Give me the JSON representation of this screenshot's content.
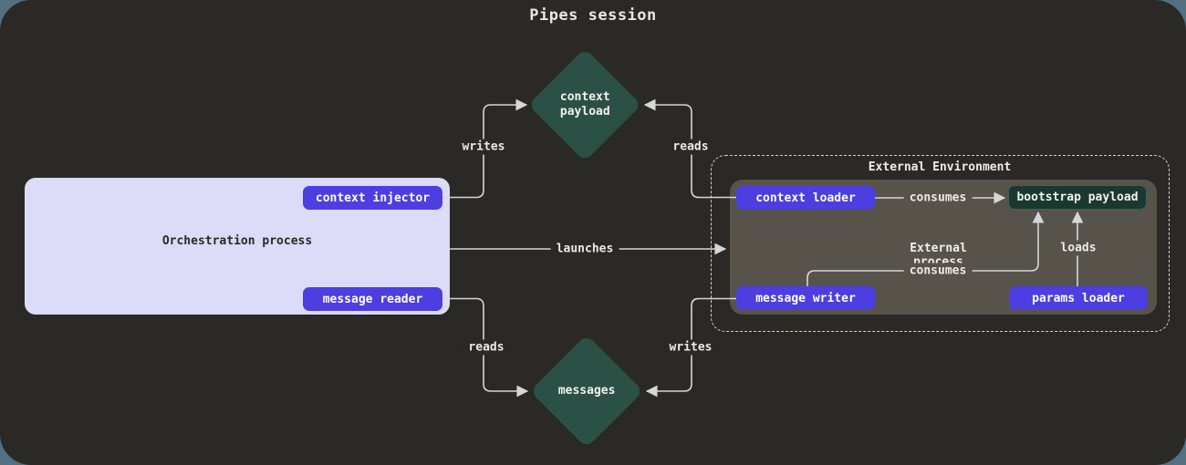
{
  "title": "Pipes session",
  "colors": {
    "page_background": "#527080",
    "canvas_background": "#2b2926",
    "orchestration_fill": "#dcdbf8",
    "button_fill": "#4c3ee0",
    "external_process_fill": "#57534b",
    "diamond_fill": "#2b5046",
    "payload_fill": "#1a382f",
    "payload_border": "#436055",
    "wire_color": "#d6d6d6"
  },
  "nodes": {
    "context_payload": {
      "label": "context payload"
    },
    "messages": {
      "label": "messages"
    },
    "orchestration": {
      "label": "Orchestration process",
      "buttons": [
        "context injector",
        "message reader"
      ]
    },
    "external_env": {
      "label": "External Environment",
      "process_label": "External process",
      "buttons": [
        "context loader",
        "message writer",
        "params loader"
      ],
      "payload": "bootstrap payload"
    }
  },
  "edges": [
    {
      "id": "writes-top",
      "label": "writes"
    },
    {
      "id": "reads-top",
      "label": "reads"
    },
    {
      "id": "launches",
      "label": "launches"
    },
    {
      "id": "consumes-top",
      "label": "consumes"
    },
    {
      "id": "consumes-bottom",
      "label": "consumes"
    },
    {
      "id": "loads",
      "label": "loads"
    },
    {
      "id": "reads-bottom",
      "label": "reads"
    },
    {
      "id": "writes-bottom",
      "label": "writes"
    }
  ]
}
